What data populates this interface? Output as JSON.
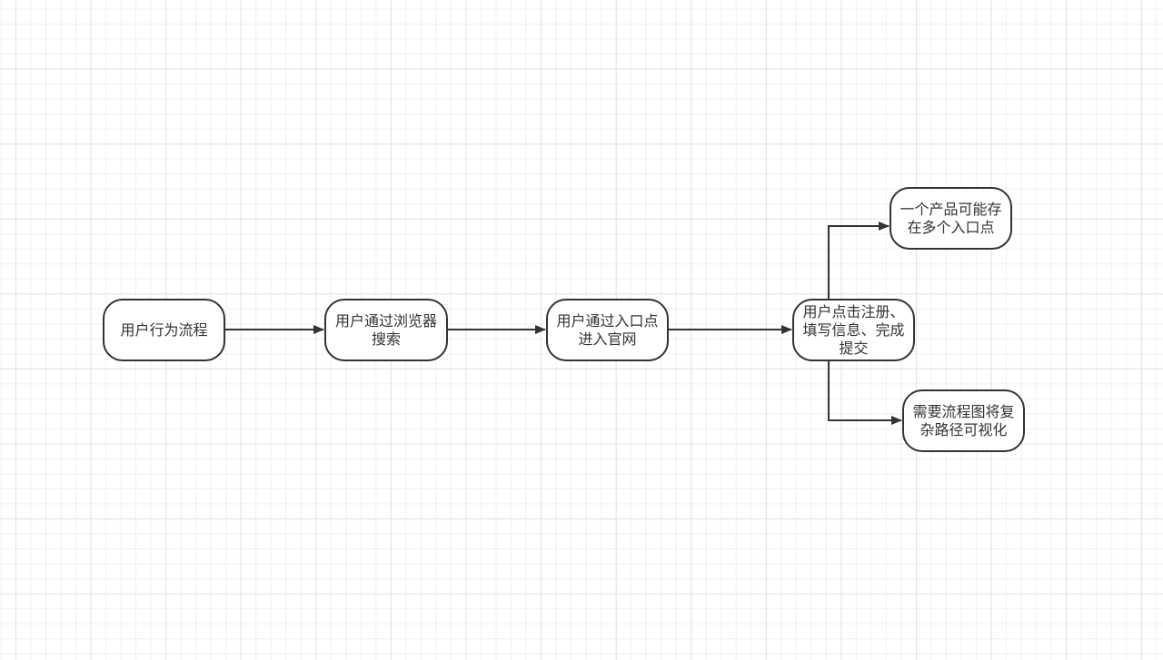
{
  "diagram": {
    "nodes": [
      {
        "id": "n1",
        "label": "用户行为流程"
      },
      {
        "id": "n2",
        "label": "用户通过浏览器搜索"
      },
      {
        "id": "n3",
        "label": "用户通过入口点进入官网"
      },
      {
        "id": "n4",
        "label": "用户点击注册、填写信息、完成提交"
      },
      {
        "id": "n5",
        "label": "一个产品可能存在多个入口点"
      },
      {
        "id": "n6",
        "label": "需要流程图将复杂路径可视化"
      }
    ],
    "edges": [
      {
        "from": "n1",
        "to": "n2"
      },
      {
        "from": "n2",
        "to": "n3"
      },
      {
        "from": "n3",
        "to": "n4"
      },
      {
        "from": "n4",
        "to": "n5"
      },
      {
        "from": "n4",
        "to": "n6"
      }
    ],
    "colors": {
      "stroke": "#333333",
      "text": "#333333",
      "node_fill": "#ffffff",
      "grid": "#e3e3e3"
    }
  }
}
